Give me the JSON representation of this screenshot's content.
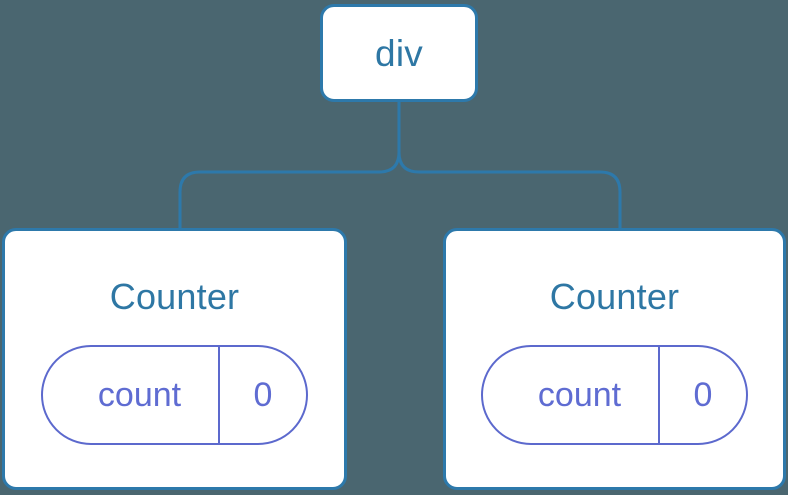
{
  "diagram": {
    "type": "component-tree",
    "background_color": "#4a6670",
    "node_border_color": "#2d79ab",
    "node_text_color": "#2e77a4",
    "state_color": "#5c69cd",
    "connector_color": "#2d79ab",
    "root": {
      "label": "div"
    },
    "children": [
      {
        "label": "Counter",
        "state": {
          "key": "count",
          "value": "0"
        }
      },
      {
        "label": "Counter",
        "state": {
          "key": "count",
          "value": "0"
        }
      }
    ]
  }
}
